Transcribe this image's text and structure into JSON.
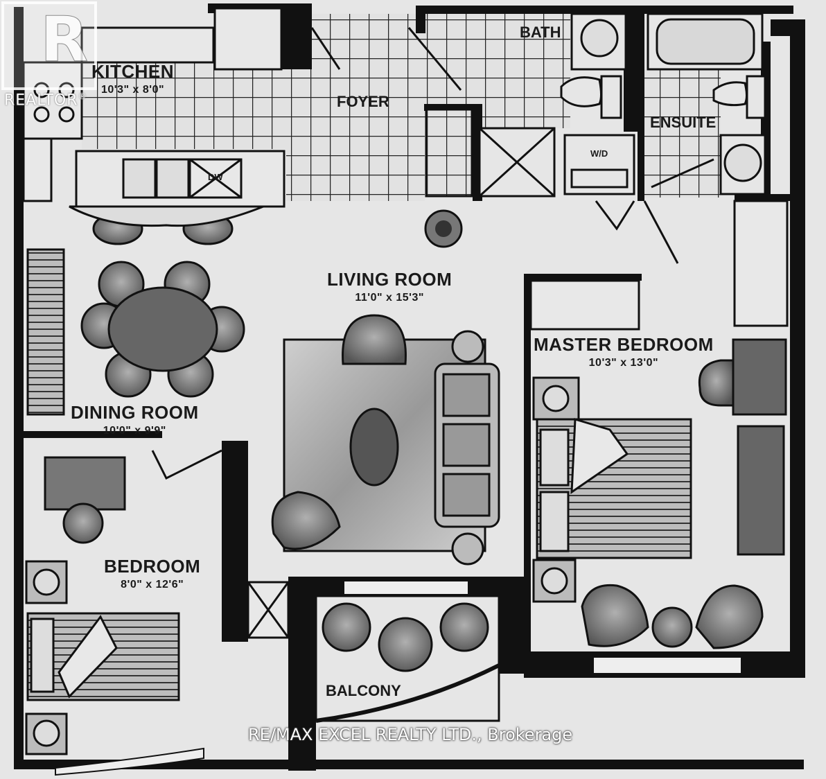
{
  "rooms": {
    "kitchen": {
      "name": "KITCHEN",
      "dim": "10'3\" x 8'0\""
    },
    "foyer": {
      "name": "FOYER"
    },
    "bath": {
      "name": "BATH"
    },
    "ensuite": {
      "name": "ENSUITE"
    },
    "wd": {
      "name": "W/D"
    },
    "dw": {
      "name": "DW"
    },
    "living": {
      "name": "LIVING ROOM",
      "dim": "11'0\" x 15'3\""
    },
    "dining": {
      "name": "DINING ROOM",
      "dim": "10'0\" x 9'9\""
    },
    "master": {
      "name": "MASTER BEDROOM",
      "dim": "10'3\" x 13'0\""
    },
    "bedroom": {
      "name": "BEDROOM",
      "dim": "8'0\" x 12'6\""
    },
    "balcony": {
      "name": "BALCONY"
    }
  },
  "watermark": {
    "brokerage": "RE/MAX EXCEL REALTY LTD., Brokerage",
    "realtor": "REALTOR",
    "realtor_mark": "®"
  },
  "colors": {
    "wall": "#111111",
    "floor": "#e4e4e4",
    "furniture": "#8a8a8a",
    "tile": "#d8d8d8"
  }
}
